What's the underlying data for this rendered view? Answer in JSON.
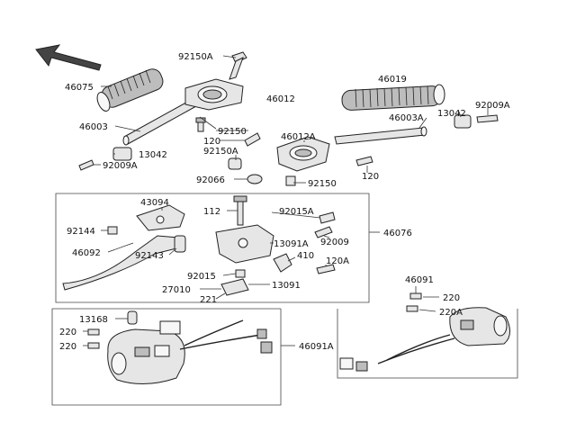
{
  "diagram": {
    "direction_arrow": "front-direction-arrow-icon",
    "labels": {
      "l92150A": "92150A",
      "l46075": "46075",
      "l46012": "46012",
      "l46003": "46003",
      "l92150": "92150",
      "l120_top": "120",
      "l13042_left": "13042",
      "l92009A_left": "92009A",
      "l46019": "46019",
      "l92009A_right": "92009A",
      "l13042_right": "13042",
      "l46003A": "46003A",
      "l46012A": "46012A",
      "l92150A_mid": "92150A",
      "l92066": "92066",
      "l92150_mid": "92150",
      "l120_mid": "120",
      "l43094": "43094",
      "l112": "112",
      "l92015A": "92015A",
      "l92144": "92144",
      "l92009": "92009",
      "l46076": "46076",
      "l46092": "46092",
      "l13091A": "13091A",
      "l92143": "92143",
      "l410": "410",
      "l120A": "120A",
      "l92015": "92015",
      "l27010": "27010",
      "l13091": "13091",
      "l221": "221",
      "l46091": "46091",
      "l220_right": "220",
      "l220A": "220A",
      "l13168": "13168",
      "l220_left1": "220",
      "l220_left2": "220",
      "l46091A": "46091A"
    }
  }
}
